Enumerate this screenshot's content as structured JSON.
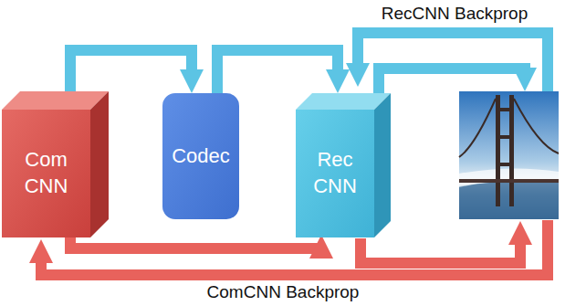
{
  "diagram": {
    "nodes": [
      {
        "text": [
          "Com CNN"
        ]
      },
      {
        "text": [
          "Codec"
        ]
      },
      {
        "text": [
          "Rec CNN"
        ]
      }
    ],
    "edges": [
      {
        "from": 0,
        "to": 1,
        "arrow": "to"
      },
      {
        "from": 1,
        "to": 2,
        "arrow": "to"
      },
      {
        "from": 0,
        "to": 2,
        "arrow": "to"
      }
    ],
    "labels": [
      "RecCNN Backprop",
      "ComCNN Backprop"
    ]
  }
}
